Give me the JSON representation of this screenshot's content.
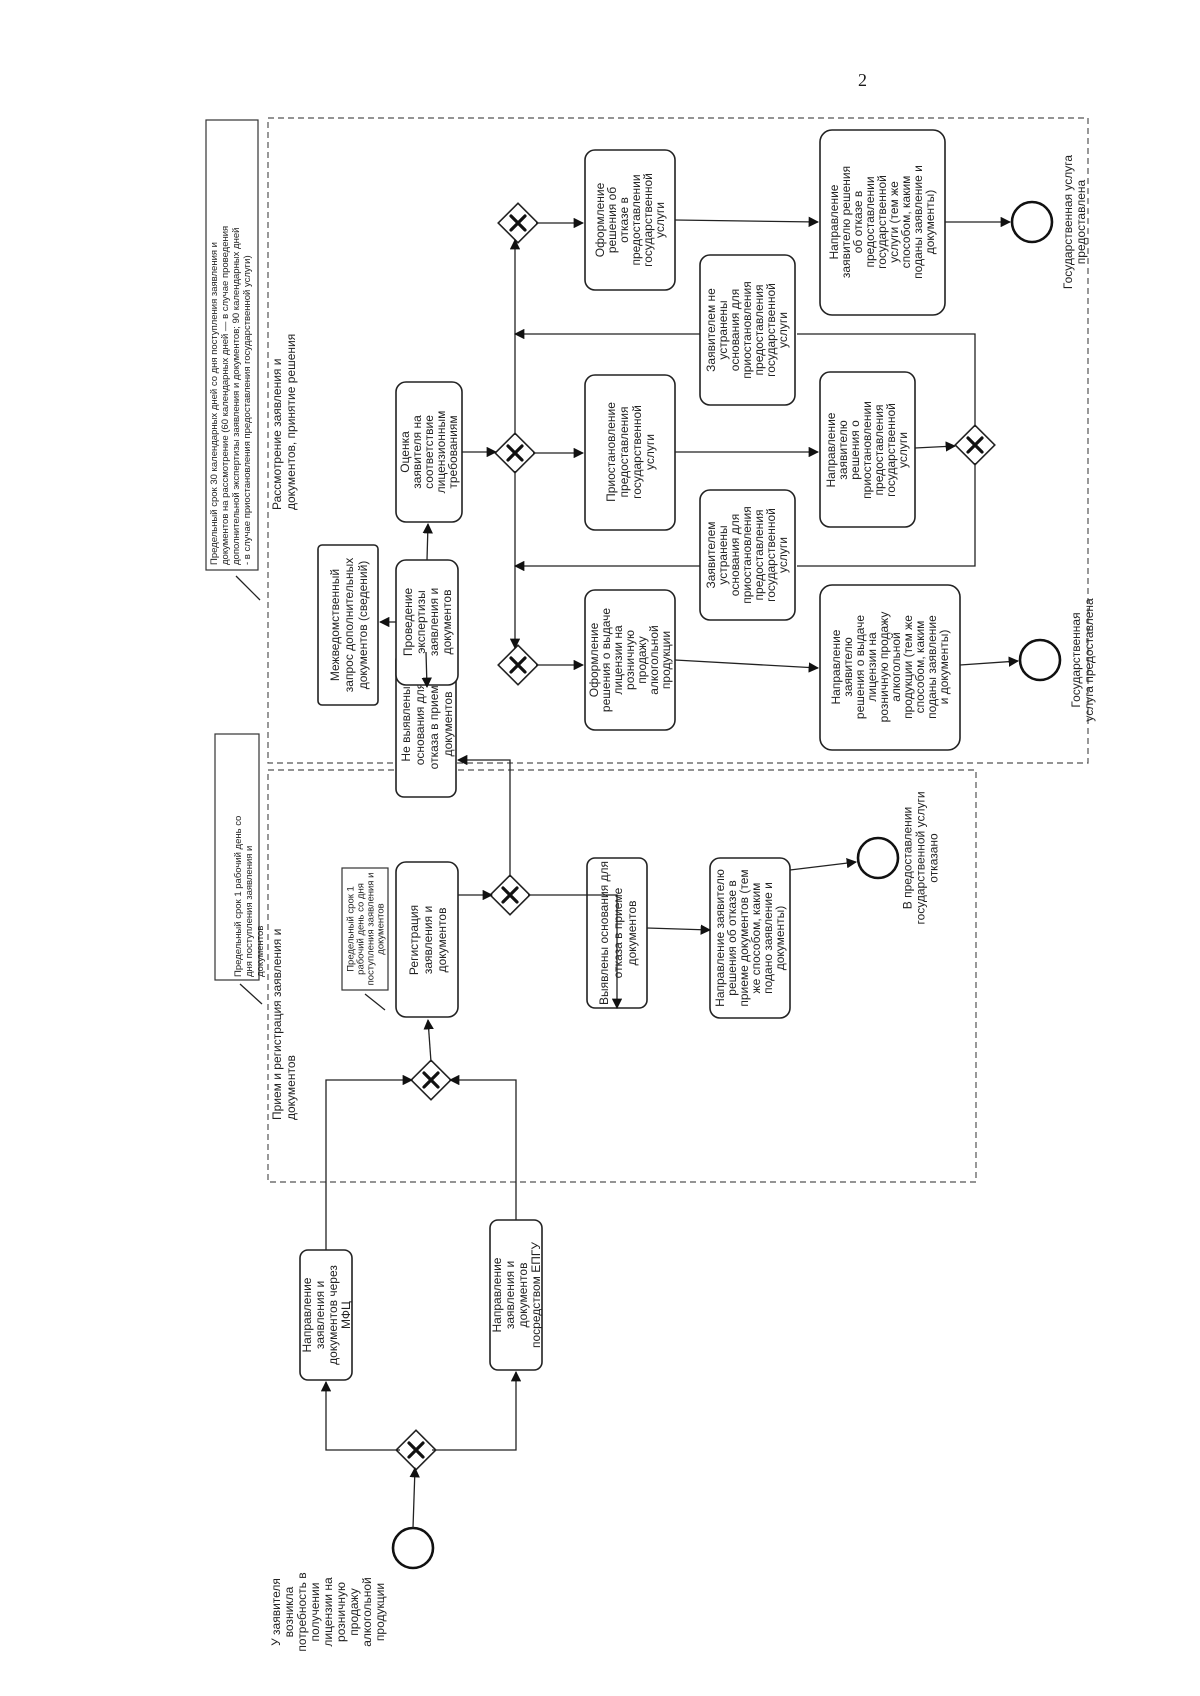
{
  "page_number": "2",
  "start_event": {
    "lines": [
      "У заявителя",
      "возникла",
      "потребность в",
      "получении",
      "лицензии на",
      "розничную",
      "продажу",
      "алкогольной",
      "продукции"
    ]
  },
  "channels": {
    "mfc": [
      "Направление",
      "заявления и",
      "документов через",
      "МФЦ"
    ],
    "epgu": [
      "Направление",
      "заявления и",
      "документов",
      "посредством ЕПГУ"
    ]
  },
  "phase1": {
    "title": [
      "Прием и регистрация заявления и",
      "документов"
    ],
    "deadline_note": [
      "Предельный срок 1 рабочий день со",
      "дня поступления заявления и",
      "документов"
    ],
    "register": [
      "Регистрация",
      "заявления и",
      "документов"
    ],
    "register_note": [
      "Предельный срок 1",
      "рабочий день со дня",
      "поступления заявления и",
      "документов"
    ],
    "no_refusal": [
      "Не выявлены",
      "основания для",
      "отказа в приеме",
      "документов"
    ],
    "refusal_found": [
      "Выявлены основания для",
      "отказа в приеме",
      "документов"
    ],
    "refusal_send": [
      "Направление заявителю",
      "решения об отказе в",
      "приеме документов (тем",
      "же способом, каким",
      "подано заявление и",
      "документы)"
    ],
    "end_refused": [
      "В предоставлении",
      "государственной услуги",
      "отказано"
    ]
  },
  "phase2": {
    "title": [
      "Рассмотрение заявления и",
      "документов, принятие решения"
    ],
    "deadline_note": [
      "Предельный срок 30 календарных дней со дня поступления заявления и",
      "документов на рассмотрение (60 календарных дней — в случае проведения",
      "дополнительной экспертизы заявления и документов; 90 календарных дней",
      "- в случае приостановления предоставления государственной услуги)"
    ],
    "interagency": [
      "Межведомственный",
      "запрос дополнительных",
      "документов (сведений)"
    ],
    "expertise": [
      "Проведение",
      "экспертизы",
      "заявления и",
      "документов"
    ],
    "assessment": [
      "Оценка",
      "заявителя на",
      "соответствие",
      "лицензионным",
      "требованиям"
    ],
    "issue_decision": [
      "Оформление",
      "решения о выдаче",
      "лицензии на",
      "розничную",
      "продажу",
      "алкогольной",
      "продукции"
    ],
    "suspend": [
      "Приостановление",
      "предоставления",
      "государственной",
      "услуги"
    ],
    "refuse_decision": [
      "Оформление",
      "решения об",
      "отказе в",
      "предоставлении",
      "государственной",
      "услуги"
    ],
    "eliminated": [
      "Заявителем",
      "устранены",
      "основания для",
      "приостановления",
      "предоставления",
      "государственной",
      "услуги"
    ],
    "not_eliminated": [
      "Заявителем не",
      "устранены",
      "основания для",
      "приостановления",
      "предоставления",
      "государственной",
      "услуги"
    ],
    "send_issue": [
      "Направление",
      "заявителю",
      "решения о выдаче",
      "лицензии на",
      "розничную продажу",
      "алкогольной",
      "продукции (тем же",
      "способом, каким",
      "поданы заявление",
      "и документы)"
    ],
    "send_suspend": [
      "Направление",
      "заявителю",
      "решения о",
      "приостановлении",
      "предоставления",
      "государственной",
      "услуги"
    ],
    "send_refuse": [
      "Направление",
      "заявителю решения",
      "об отказе в",
      "предоставлении",
      "государственной",
      "услуги (тем же",
      "способом, каким",
      "поданы заявление и",
      "документы)"
    ],
    "end_provided_1": [
      "Государственная",
      "услуга предоставлена"
    ],
    "end_provided_2": [
      "Государственная услуга",
      "предоставлена"
    ]
  }
}
